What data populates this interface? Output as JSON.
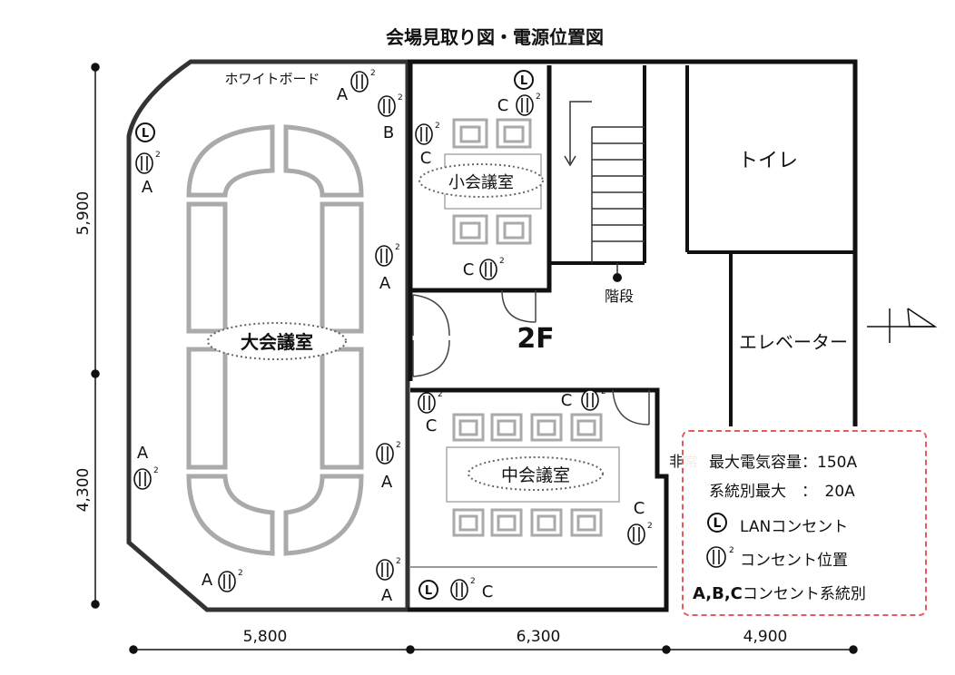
{
  "title": "会場見取り図・電源位置図",
  "floor": "2F",
  "rooms": {
    "large": "大会議室",
    "small": "小会議室",
    "medium": "中会議室",
    "toilet": "トイレ",
    "elevator": "エレベーター",
    "stairs": "階段",
    "emergency": "非常"
  },
  "whiteboard": "ホワイトボード",
  "dimensions": {
    "left_top": "5,900",
    "left_bottom": "4,300",
    "bottom_a": "5,800",
    "bottom_b": "6,300",
    "bottom_c": "4,900"
  },
  "outlet_labels": {
    "a": "A",
    "b": "B",
    "c": "C",
    "sup": "2",
    "lan": "L"
  },
  "legend": {
    "max_power": "最大電気容量：150A",
    "max_per_line": "系統別最大　：　20A",
    "lan_outlet": "LANコンセント",
    "outlet_position": "コンセント位置",
    "outlet_system_prefix": "A,B,C",
    "outlet_system_suffix": "コンセント系統別"
  },
  "colors": {
    "wall": "#111111",
    "furniture": "#aaaaaa",
    "legend_border": "#e85a5a"
  }
}
